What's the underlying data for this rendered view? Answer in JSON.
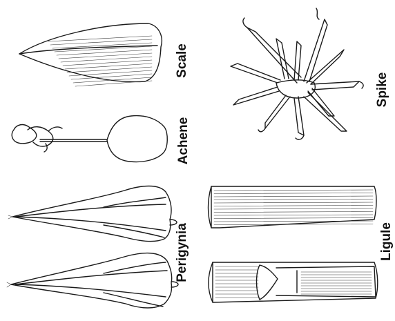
{
  "labels": {
    "scale": "Scale",
    "spike": "Spike",
    "achene": "Achene",
    "perigynia": "Perigynia",
    "ligule": "Ligule"
  }
}
